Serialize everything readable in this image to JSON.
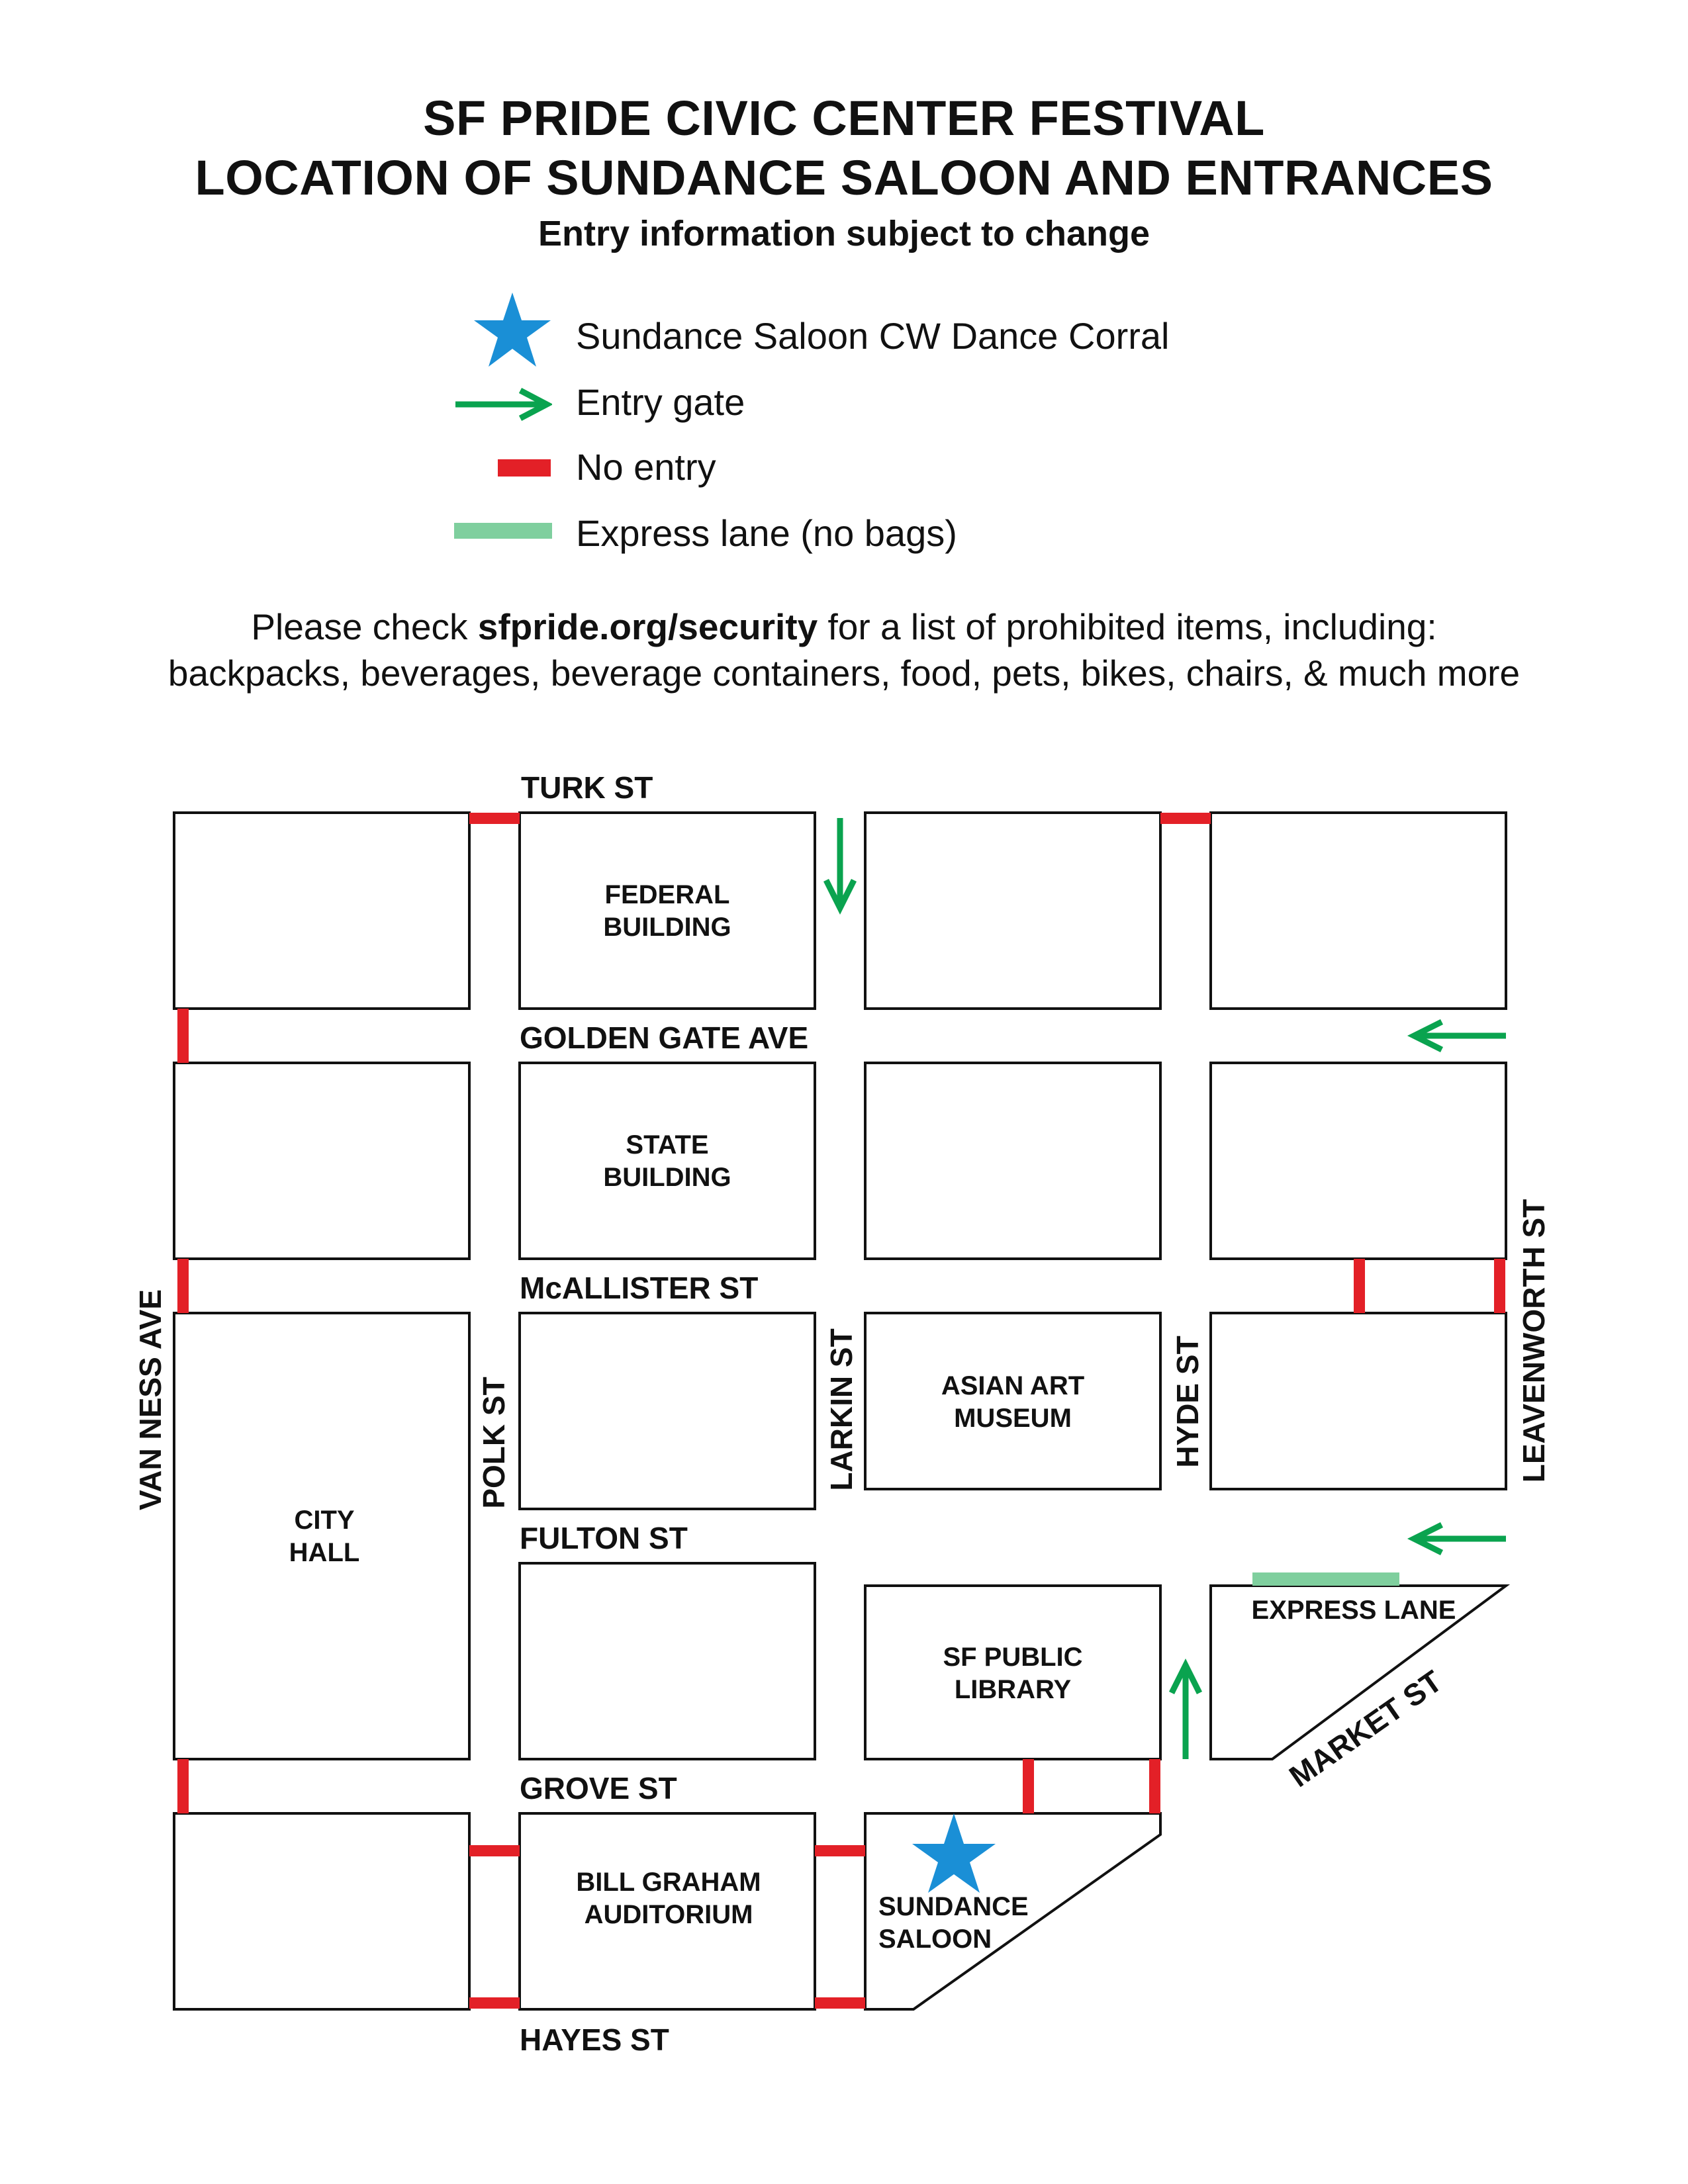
{
  "header": {
    "title_line1": "SF PRIDE CIVIC CENTER FESTIVAL",
    "title_line2": "LOCATION OF SUNDANCE SALOON AND ENTRANCES",
    "subtitle": "Entry information subject to change"
  },
  "legend": {
    "star_label": "Sundance Saloon CW Dance Corral",
    "arrow_label": "Entry gate",
    "no_entry_label": "No entry",
    "express_label": "Express lane (no bags)"
  },
  "note": {
    "line1_pre": "Please check ",
    "line1_link": "sfpride.org/security",
    "line1_post": " for a list of prohibited items, including:",
    "line2": "backpacks, beverages, beverage containers, food, pets, bikes, chairs, & much more"
  },
  "streets": {
    "turk": "TURK ST",
    "golden_gate": "GOLDEN GATE AVE",
    "mcallister": "McALLISTER ST",
    "fulton": "FULTON ST",
    "grove": "GROVE ST",
    "hayes": "HAYES ST",
    "van_ness": "VAN NESS AVE",
    "polk": "POLK ST",
    "larkin": "LARKIN ST",
    "hyde": "HYDE ST",
    "leavenworth": "LEAVENWORTH ST",
    "market": "MARKET ST"
  },
  "buildings": {
    "federal": [
      "FEDERAL",
      "BUILDING"
    ],
    "state": [
      "STATE",
      "BUILDING"
    ],
    "asian_art": [
      "ASIAN ART",
      "MUSEUM"
    ],
    "city_hall": [
      "CITY",
      "HALL"
    ],
    "library": [
      "SF PUBLIC",
      "LIBRARY"
    ],
    "bill_graham": [
      "BILL GRAHAM",
      "AUDITORIUM"
    ],
    "sundance": [
      "SUNDANCE",
      "SALOON"
    ]
  },
  "express_lane_label": "EXPRESS LANE",
  "colors": {
    "star": "#1a8fd6",
    "entry_arrow": "#0aa34f",
    "no_entry": "#e32027",
    "express": "#7fcf9e",
    "block_stroke": "#111111"
  },
  "icons": {
    "star": "star-icon",
    "arrow": "arrow-right-icon",
    "no_entry": "red-bar-icon",
    "express": "green-bar-icon"
  }
}
